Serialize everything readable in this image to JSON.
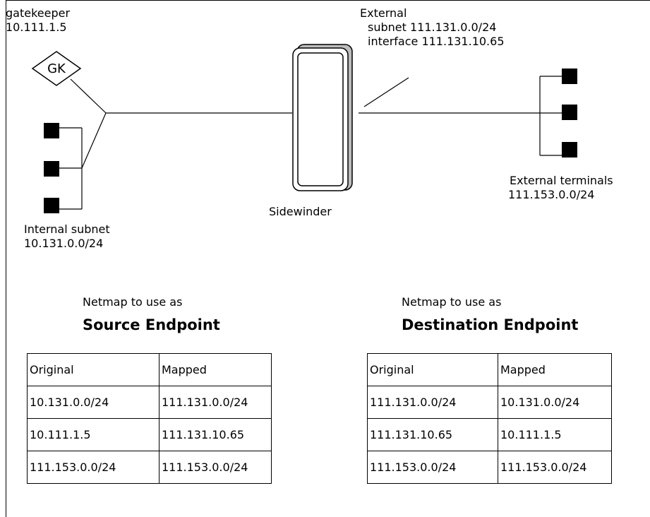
{
  "gatekeeper": {
    "name": "gatekeeper",
    "ip": "10.111.1.5",
    "icon_text": "GK"
  },
  "external": {
    "title": "External",
    "subnet_line": "subnet 111.131.0.0/24",
    "interface_line": "interface 111.131.10.65"
  },
  "external_terminals": {
    "title": "External terminals",
    "subnet": "111.153.0.0/24"
  },
  "internal_subnet": {
    "title": "Internal subnet",
    "subnet": "10.131.0.0/24"
  },
  "firewall": {
    "label": "Sidewinder"
  },
  "source_table": {
    "caption": "Netmap to use as",
    "heading": "Source Endpoint",
    "headers": [
      "Original",
      "Mapped"
    ],
    "rows": [
      [
        "10.131.0.0/24",
        "111.131.0.0/24"
      ],
      [
        "10.111.1.5",
        "111.131.10.65"
      ],
      [
        "111.153.0.0/24",
        "111.153.0.0/24"
      ]
    ]
  },
  "destination_table": {
    "caption": "Netmap to use as",
    "heading": "Destination Endpoint",
    "headers": [
      "Original",
      "Mapped"
    ],
    "rows": [
      [
        "111.131.0.0/24",
        "10.131.0.0/24"
      ],
      [
        "111.131.10.65",
        "10.111.1.5"
      ],
      [
        "111.153.0.0/24",
        "111.153.0.0/24"
      ]
    ]
  }
}
